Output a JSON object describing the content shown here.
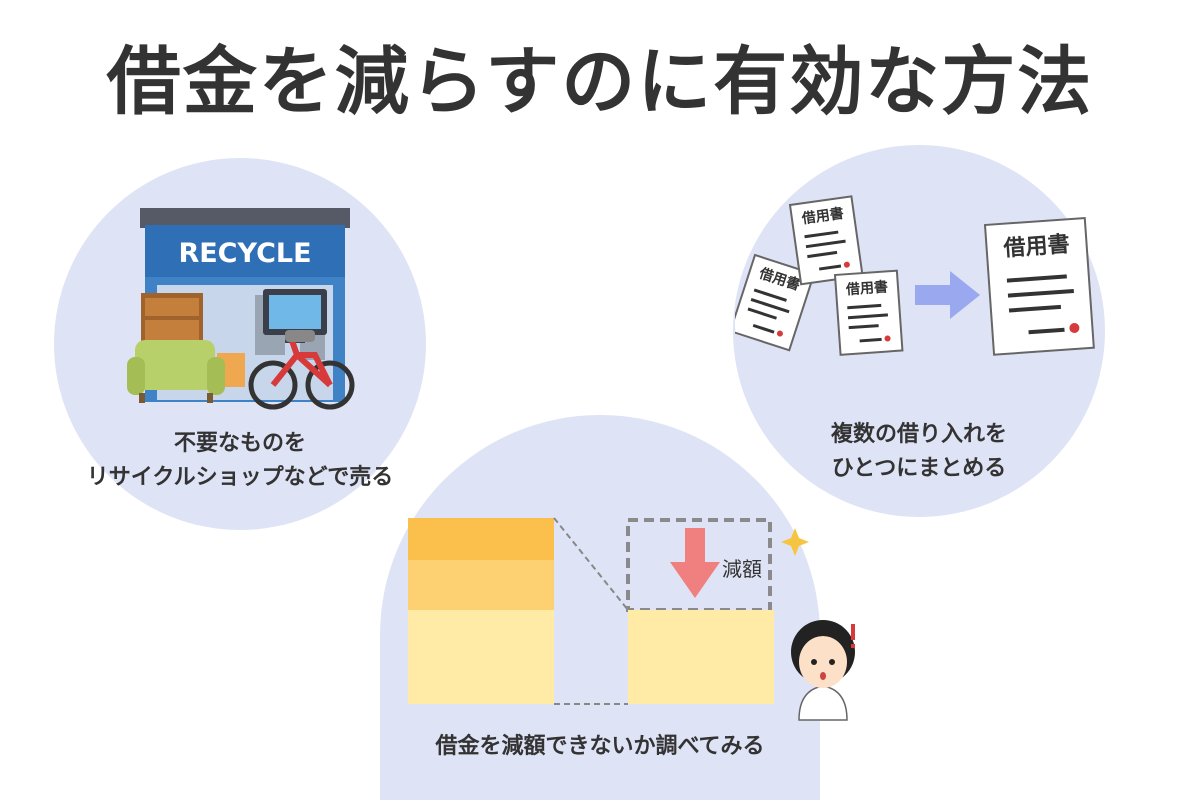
{
  "title": "借金を減らすのに有効な方法",
  "panels": {
    "recycle": {
      "sign": "RECYCLE",
      "caption_line1": "不要なものを",
      "caption_line2": "リサイクルショップなどで売る"
    },
    "consolidate": {
      "doc_label": "借用書",
      "caption_line1": "複数の借り入れを",
      "caption_line2": "ひとつにまとめる"
    },
    "reduce": {
      "badge": "減額",
      "caption": "借金を減額できないか調べてみる"
    }
  },
  "colors": {
    "circle": "#dfe3f6",
    "arrow_blue": "#9aa8ef",
    "arrow_red": "#f08080",
    "stack_top": "#fbbf4c",
    "stack_mid": "#fdd171",
    "stack_base": "#ffeaa6"
  }
}
